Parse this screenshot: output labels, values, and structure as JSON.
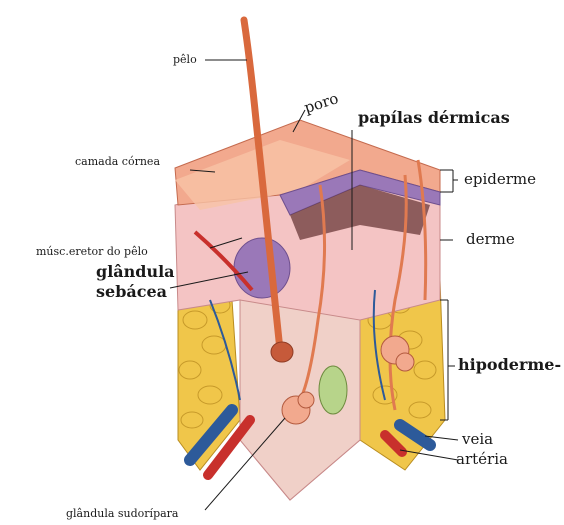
{
  "labels": {
    "pelo": "pêlo",
    "poro": "poro",
    "papilas": "papílas dérmicas",
    "camada": "camada córnea",
    "epiderme": "epiderme",
    "derme": "derme",
    "musc": "músc.eretor do pêlo",
    "glandula": "glândula",
    "sebacea": "sebácea",
    "hipoderme": "hipoderme-",
    "veia": "veia",
    "arteria": "artéria",
    "sudoripara": "glândula sudorípara"
  },
  "colors": {
    "epidermis": "#f2a98e",
    "stratum": "#f7c3a6",
    "purple": "#9a78b8",
    "dermis": "#f4c4c4",
    "fat": "#f0c64a",
    "hair": "#d9693d",
    "vein": "#2d5a9a",
    "artery": "#c8302c"
  }
}
